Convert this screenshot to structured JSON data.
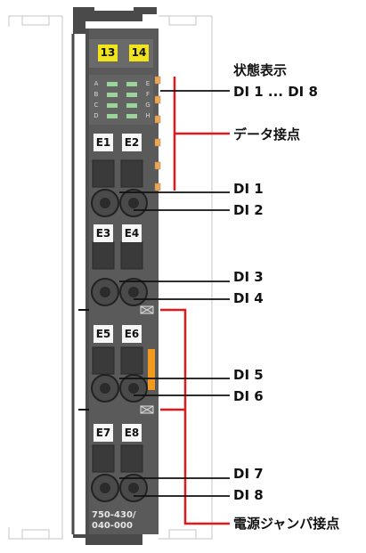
{
  "module": {
    "number_tags": [
      "13",
      "14"
    ],
    "terminal_labels": [
      "E1",
      "E2",
      "E3",
      "E4",
      "E5",
      "E6",
      "E7",
      "E8"
    ],
    "led_labels_left": [
      "A",
      "B",
      "C",
      "D"
    ],
    "led_labels_right": [
      "E",
      "F",
      "G",
      "H"
    ],
    "model_line1": "750-430/",
    "model_line2": "040-000"
  },
  "callouts": {
    "status_display": "状態表示",
    "di_range": "DI 1 ... DI 8",
    "data_contacts": "データ接点",
    "di1": "DI 1",
    "di2": "DI 2",
    "di3": "DI 3",
    "di4": "DI 4",
    "di5": "DI 5",
    "di6": "DI 6",
    "di7": "DI 7",
    "di8": "DI 8",
    "power_jumper_contacts": "電源ジャンパ接点"
  },
  "colors": {
    "housing": "#5a5a5a",
    "yellow_tag": "#f2e41b",
    "led_green": "#9bd49a",
    "data_contact": "#e8a85c",
    "power_contact": "#f29a1e",
    "bracket_red": "#e0191b"
  }
}
